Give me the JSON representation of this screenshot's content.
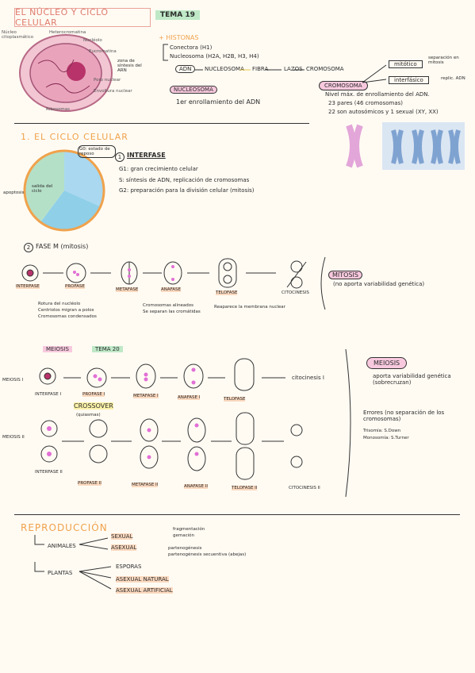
{
  "header": {
    "title": "EL NÚCLEO Y CICLO CELULAR",
    "tema": "TEMA 19"
  },
  "nucleus_image": {
    "labels": [
      "Núcleo citoplasmático",
      "Heterocromatina",
      "Nucléolo",
      "Eucromatina",
      "Poro nuclear",
      "Envoltura nuclear",
      "Ribosomas"
    ],
    "note": "zona de síntesis del ARN"
  },
  "histonas": {
    "heading": "+ HISTONAS",
    "line1": "Conectora (H1)",
    "line2": "Nucleosoma (H2A, H2B, H3, H4)",
    "chain": [
      "ADN",
      "NUCLEOSOMA",
      "FIBRA",
      "LAZOS",
      "CROMOSOMA"
    ],
    "nucleosoma_label": "NUCLEOSOMA",
    "nucleosoma_note": "1er enrollamiento del ADN",
    "cromosoma": "CROMOSOMA",
    "mitotico": "mitótico",
    "mitotico_note": "separación en mitosis",
    "interfasico": "interfásico",
    "interfasico_note": "replic. ADN",
    "notes": [
      "Nivel máx. de enrollamiento del ADN.",
      "23 pares (46 cromosomas)",
      "22 son autosómicos y 1 sexual (XY, XX)"
    ]
  },
  "ciclo": {
    "heading": "1. EL CICLO CELULAR",
    "g0": "G0: estado de reposo",
    "apoptosis": "apoptosis",
    "salida": "salida del ciclo",
    "interfase_heading": "INTERFASE",
    "interfase_num": "1",
    "g1": "G1: gran crecimiento celular",
    "s": "S: síntesis de ADN, replicación de cromosomas",
    "g2": "G2: preparación para la división celular (mitosis)"
  },
  "fase_m": {
    "num": "2",
    "heading": "FASE M (mitosis)",
    "stages": [
      "INTERFASE",
      "PROFASE",
      "METAFASE",
      "ANAFASE",
      "TELOFASE",
      "CITOCINESIS"
    ],
    "notes": [
      "Rotura del nucléolo",
      "Centriolos migran a polos",
      "Cromosomas condensados",
      "Cromosomas alineados",
      "Se separan las cromátidas",
      "Reaparece la membrana nuclear"
    ],
    "mitosis_label": "MITOSIS",
    "mitosis_note": "(no aporta variabilidad genética)"
  },
  "meiosis_section": {
    "label": "MEIOSIS",
    "tema": "TEMA 20",
    "row1_label": "MEIOSIS I",
    "row1_stages": [
      "INTERFASE I",
      "PROFASE I",
      "METAFASE I",
      "ANAFASE I",
      "TELOFASE"
    ],
    "row1_end": "citocinesis I",
    "crossover": "CROSSOVER",
    "crossover_note": "(quiasmas)",
    "row2_label": "MEIOSIS II",
    "row2_stages": [
      "INTERFASE II",
      "PROFASE II",
      "METAFASE II",
      "ANAFASE II",
      "TELOFASE II",
      "CITOCINESIS II"
    ],
    "meiosis_label": "MEIOSIS",
    "meiosis_note": "aporta variabilidad genética (sobrecruzan)",
    "errores": "Errores (no separación de los cromosomas)",
    "trisomia": "Trisomía: S.Down",
    "monosomia": "Monosomía: S.Turner"
  },
  "reproduccion": {
    "heading": "REPRODUCCIÓN",
    "animales": "ANIMALES",
    "sexual": "SEXUAL",
    "asexual": "ASEXUAL",
    "fragmentacion": "fragmentación",
    "gemacion": "gemación",
    "partenogenesis": "partenogénesis",
    "partenogenesis2": "partenogénesis secuentiva (abejas)",
    "plantas": "PLANTAS",
    "esporas": "ESPORAS",
    "asexual_natural": "ASEXUAL NATURAL",
    "asexual_artificial": "ASEXUAL ARTIFICIAL"
  },
  "colors": {
    "accent_orange": "#f0a24c",
    "title_red": "#e07a6d",
    "pink_highlight": "#f8c9de",
    "green_highlight": "#bfe8c7",
    "yellow_highlight": "#fbf1a8",
    "chromosome_pink": "#e26fd6"
  }
}
